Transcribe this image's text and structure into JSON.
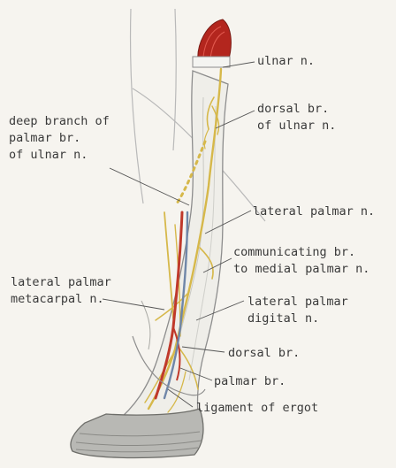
{
  "labels": {
    "ulnar_n": [
      "ulnar n."
    ],
    "dorsal_br_ulnar": [
      "dorsal br.",
      "of ulnar n."
    ],
    "deep_branch": [
      "deep branch of",
      "palmar br.",
      "of ulnar n."
    ],
    "lateral_palmar_n": [
      "lateral palmar n."
    ],
    "communicating_br": [
      "communicating br.",
      "to medial palmar n."
    ],
    "lateral_palmar_metacarpal": [
      "lateral palmar",
      "metacarpal n."
    ],
    "lateral_palmar_digital": [
      "lateral palmar",
      "digital n."
    ],
    "dorsal_br": [
      "dorsal br."
    ],
    "palmar_br": [
      "palmar br."
    ],
    "ligament_of_ergot": [
      "ligament of ergot"
    ]
  },
  "colors": {
    "background": "#f6f4ef",
    "nerve": "#d6b84a",
    "artery": "#c0392b",
    "vein": "#6f86a8",
    "outline": "#8d8d8d",
    "muscle": "#b3261e",
    "leader": "#555555"
  }
}
